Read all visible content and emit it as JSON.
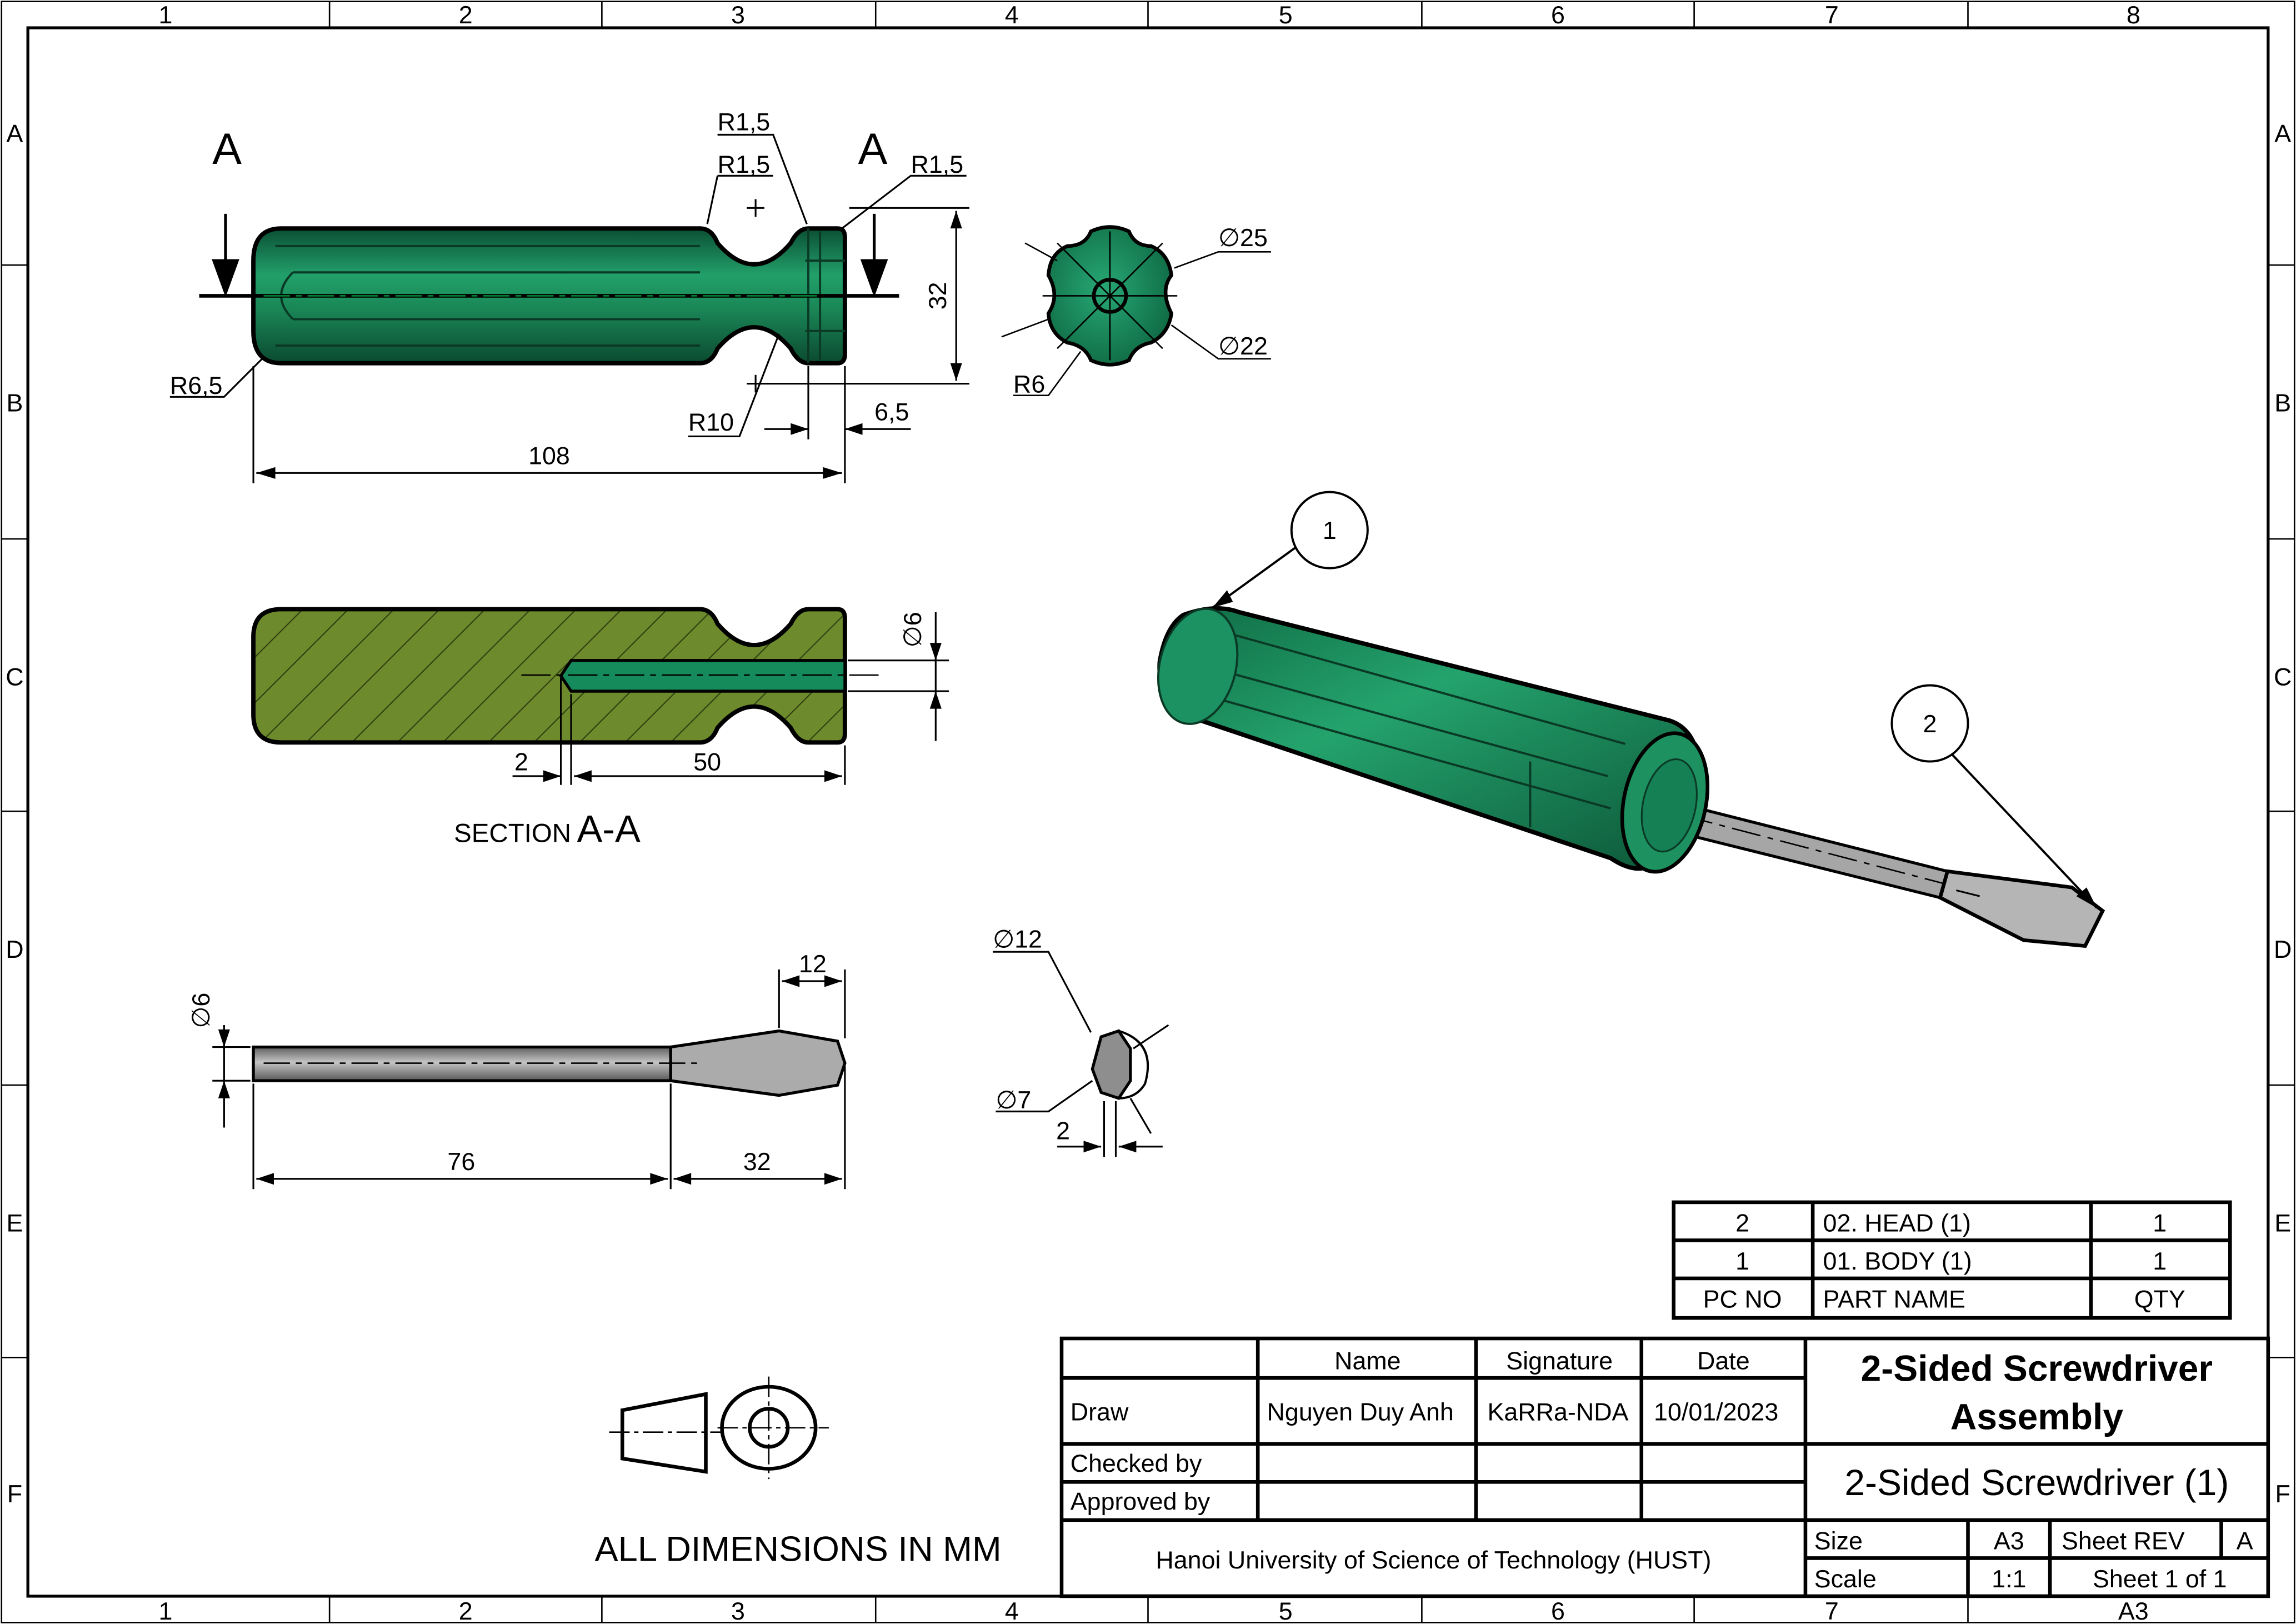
{
  "frame": {
    "columns": [
      "1",
      "2",
      "3",
      "4",
      "5",
      "6",
      "7",
      "8"
    ],
    "rows": [
      "A",
      "B",
      "C",
      "D",
      "E",
      "F"
    ],
    "bottom_right_zone": "A3"
  },
  "colors": {
    "handle_green": "#1f8a5a",
    "handle_dark": "#0e5c3a",
    "section_olive": "#6b8a2a",
    "steel_grey": "#9a9a9a",
    "steel_dark": "#6f6f6f"
  },
  "views": {
    "front": {
      "section_mark_left": "A",
      "section_mark_right": "A",
      "dims": {
        "r_top_1": "R1,5",
        "r_top_2": "R1,5",
        "r_top_3": "R1,5",
        "r_left": "R6,5",
        "r_bottom": "R10",
        "height": "32",
        "flange": "6,5",
        "length": "108"
      }
    },
    "end": {
      "dims": {
        "outer": "∅25",
        "inner": "∅22",
        "radius": "R6"
      }
    },
    "section": {
      "label_prefix": "SECTION",
      "label_name": "A-A",
      "dims": {
        "hole": "∅6",
        "tip": "2",
        "depth": "50"
      }
    },
    "head": {
      "dims": {
        "shaft_dia": "∅6",
        "blade_width": "12",
        "shaft_len": "76",
        "blade_len": "32"
      }
    },
    "tip_end": {
      "dims": {
        "outer": "∅12",
        "inner": "∅7",
        "thick": "2"
      }
    },
    "iso": {
      "balloons": [
        "1",
        "2"
      ]
    }
  },
  "bom": {
    "headers": [
      "PC NO",
      "PART NAME",
      "QTY"
    ],
    "rows": [
      [
        "2",
        "02. HEAD (1)",
        "1"
      ],
      [
        "1",
        "01. BODY (1)",
        "1"
      ]
    ]
  },
  "title_block": {
    "col_name": "Name",
    "col_signature": "Signature",
    "col_date": "Date",
    "row_draw": "Draw",
    "row_checked": "Checked by",
    "row_approved": "Approved by",
    "draw_name": "Nguyen Duy Anh",
    "draw_signature": "KaRRa-NDA",
    "draw_date": "10/01/2023",
    "title_line1": "2-Sided Screwdriver",
    "title_line2": "Assembly",
    "drawing_name": "2-Sided Screwdriver (1)",
    "institution": "Hanoi University of Science of Technology (HUST)",
    "size_label": "Size",
    "size_value": "A3",
    "rev_label": "Sheet REV",
    "rev_value": "A",
    "scale_label": "Scale",
    "scale_value": "1:1",
    "sheet_label": "Sheet 1 of 1"
  },
  "note": "ALL DIMENSIONS IN MM"
}
